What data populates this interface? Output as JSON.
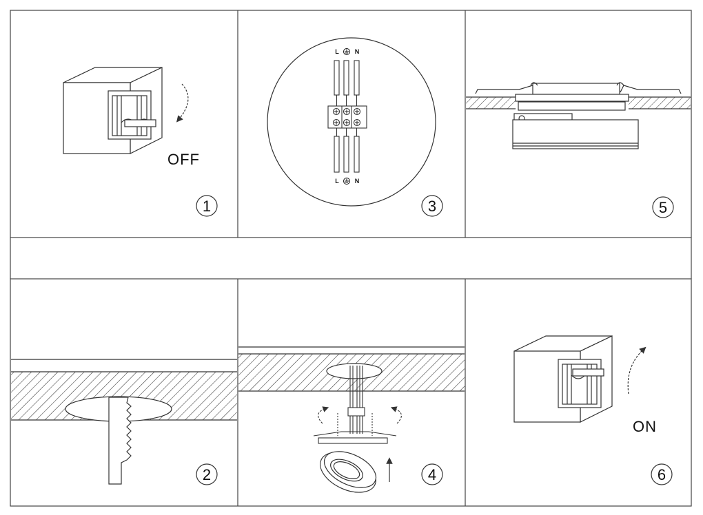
{
  "panels": [
    {
      "step": "1",
      "caption": "OFF"
    },
    {
      "step": "2",
      "caption": ""
    },
    {
      "step": "3",
      "caption": "",
      "wire_labels_top": [
        "L",
        "N"
      ],
      "wire_labels_bottom": [
        "L",
        "N"
      ]
    },
    {
      "step": "4",
      "caption": ""
    },
    {
      "step": "5",
      "caption": ""
    },
    {
      "step": "6",
      "caption": "ON"
    }
  ]
}
